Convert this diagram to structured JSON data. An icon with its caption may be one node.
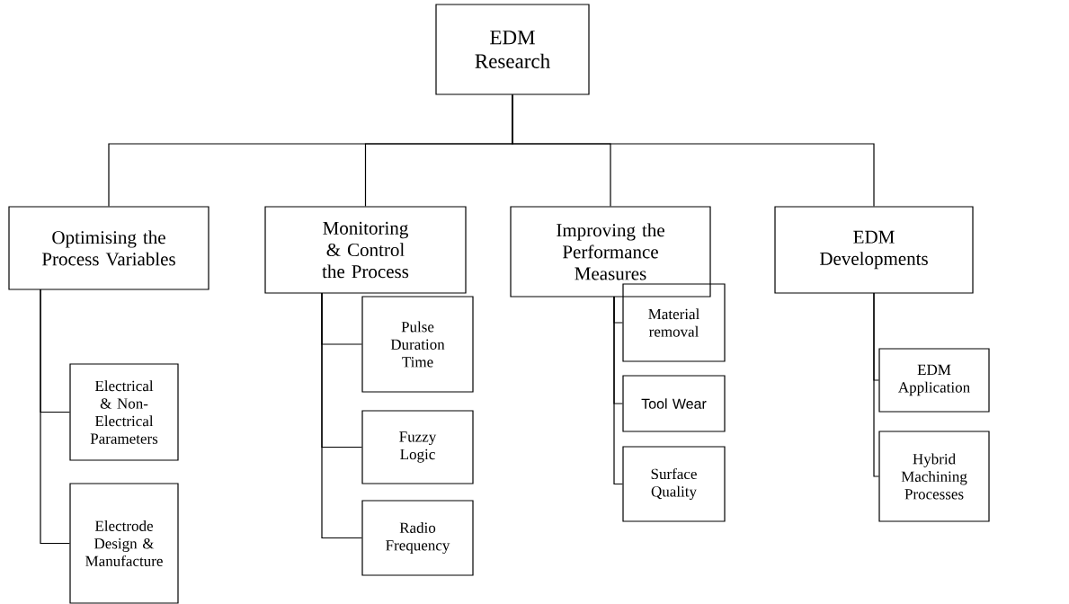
{
  "diagram": {
    "nodes": [
      {
        "text": [
          "EDM Research"
        ]
      },
      {
        "text": [
          "Optimising the Process Variables"
        ]
      },
      {
        "text": [
          "Monitoring & Control the Process"
        ]
      },
      {
        "text": [
          "Improving the Performance Measures"
        ]
      },
      {
        "text": [
          "EDM Developments"
        ]
      },
      {
        "text": [
          "Electrical & Non-Electrical Parameters"
        ]
      },
      {
        "text": [
          "Electrode Design & Manufacture"
        ]
      },
      {
        "text": [
          "Pulse Duration Time"
        ]
      },
      {
        "text": [
          "Fuzzy Logic"
        ]
      },
      {
        "text": [
          "Radio Frequency"
        ]
      },
      {
        "text": [
          "Material removal"
        ]
      },
      {
        "text": [
          "Tool Wear"
        ]
      },
      {
        "text": [
          "Surface Quality"
        ]
      },
      {
        "text": [
          "EDM Application"
        ]
      },
      {
        "text": [
          "Hybrid Machining Processes"
        ]
      }
    ],
    "edges": [
      {
        "from": 0,
        "to": 1,
        "arrow": "none"
      },
      {
        "from": 0,
        "to": 2,
        "arrow": "none"
      },
      {
        "from": 0,
        "to": 3,
        "arrow": "none"
      },
      {
        "from": 0,
        "to": 4,
        "arrow": "none"
      },
      {
        "from": 1,
        "to": 5,
        "arrow": "none"
      },
      {
        "from": 1,
        "to": 6,
        "arrow": "none"
      },
      {
        "from": 2,
        "to": 7,
        "arrow": "none"
      },
      {
        "from": 2,
        "to": 8,
        "arrow": "none"
      },
      {
        "from": 2,
        "to": 9,
        "arrow": "none"
      },
      {
        "from": 3,
        "to": 10,
        "arrow": "none"
      },
      {
        "from": 3,
        "to": 11,
        "arrow": "none"
      },
      {
        "from": 3,
        "to": 12,
        "arrow": "none"
      },
      {
        "from": 4,
        "to": 13,
        "arrow": "none"
      },
      {
        "from": 4,
        "to": 14,
        "arrow": "none"
      }
    ]
  }
}
